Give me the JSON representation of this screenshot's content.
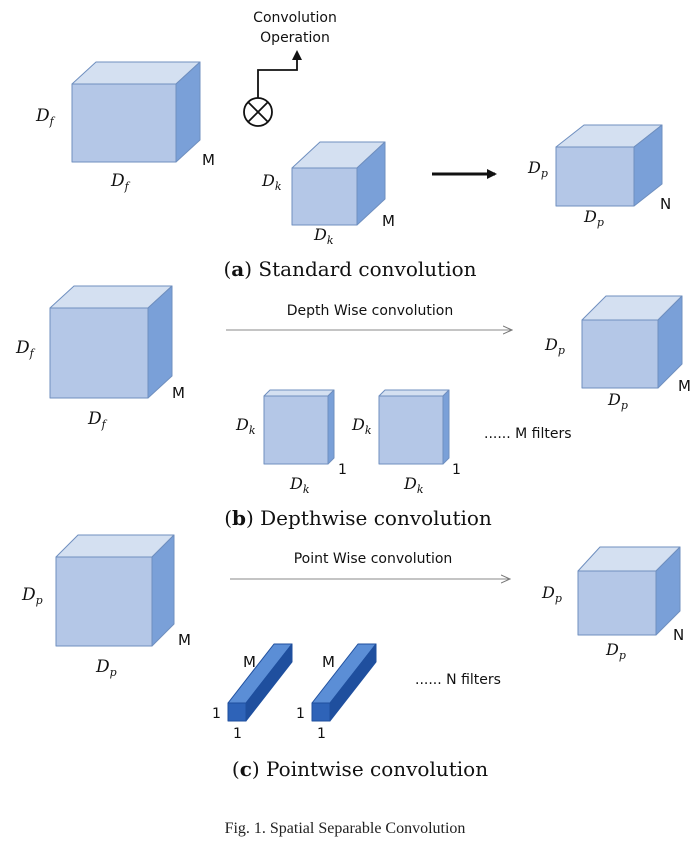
{
  "colors": {
    "cube_front": "#b4c7e7",
    "cube_top": "#d4e0f1",
    "cube_side": "#7aa0d8",
    "bar_front": "#2e63b8",
    "bar_top": "#5b8ed6",
    "bar_side": "#1f4f9e",
    "outline": "#6f8fbf",
    "text": "#111111"
  },
  "part_a": {
    "conv_label_line1": "Convolution",
    "conv_label_line2": "Operation",
    "input_height": "D",
    "input_height_sub": "f",
    "input_width": "D",
    "input_width_sub": "f",
    "input_depth": "M",
    "kernel_height": "D",
    "kernel_height_sub": "k",
    "kernel_width": "D",
    "kernel_width_sub": "k",
    "kernel_depth": "M",
    "output_height": "D",
    "output_height_sub": "p",
    "output_width": "D",
    "output_width_sub": "p",
    "output_depth": "N",
    "caption_open": "(",
    "caption_letter": "a",
    "caption_rest": ") Standard convolution"
  },
  "part_b": {
    "arrow_label": "Depth Wise convolution",
    "input_height": "D",
    "input_height_sub": "f",
    "input_width": "D",
    "input_width_sub": "f",
    "input_depth": "M",
    "filter1_height": "D",
    "filter1_height_sub": "k",
    "filter1_width": "D",
    "filter1_width_sub": "k",
    "filter1_depth": "1",
    "filter2_height": "D",
    "filter2_height_sub": "k",
    "filter2_width": "D",
    "filter2_width_sub": "k",
    "filter2_depth": "1",
    "filters_label": "...... M filters",
    "output_height": "D",
    "output_height_sub": "p",
    "output_width": "D",
    "output_width_sub": "p",
    "output_depth": "M",
    "caption_open": "(",
    "caption_letter": "b",
    "caption_rest": ") Depthwise convolution"
  },
  "part_c": {
    "arrow_label": "Point Wise convolution",
    "input_height": "D",
    "input_height_sub": "p",
    "input_width": "D",
    "input_width_sub": "p",
    "input_depth": "M",
    "bar1_length": "M",
    "bar1_height": "1",
    "bar1_width": "1",
    "bar2_length": "M",
    "bar2_height": "1",
    "bar2_width": "1",
    "filters_label": "...... N filters",
    "output_height": "D",
    "output_height_sub": "p",
    "output_width": "D",
    "output_width_sub": "p",
    "output_depth": "N",
    "caption_open": "(",
    "caption_letter": "c",
    "caption_rest": ") Pointwise convolution"
  },
  "figure_caption": "Fig. 1.  Spatial Separable Convolution"
}
